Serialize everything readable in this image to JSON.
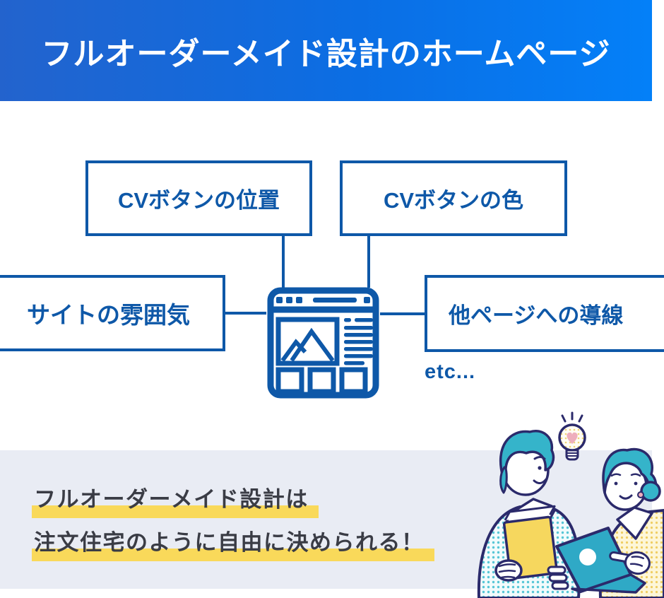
{
  "banner": {
    "title": "フルオーダーメイド設計のホームページ",
    "gradient_left": "#2363cd",
    "gradient_right": "#0480f8",
    "text_color": "#ffffff"
  },
  "diagram": {
    "accent_color": "#0e58a8",
    "boxes": [
      {
        "label": "CVボタンの位置"
      },
      {
        "label": "CVボタンの色"
      },
      {
        "label": "サイトの雰囲気"
      },
      {
        "label": "他ページへの導線"
      }
    ],
    "etc_label": "etc...",
    "center_icon": "browser-window-icon"
  },
  "bottom": {
    "bg_color": "#e9ecf4",
    "highlight_color": "#f9d95a",
    "text_color": "#3a3c45",
    "lines": [
      "フルオーダーメイド設計は",
      "注文住宅のように自由に決められる！"
    ],
    "illustration": "two-people-with-laptop-and-lightbulb"
  }
}
